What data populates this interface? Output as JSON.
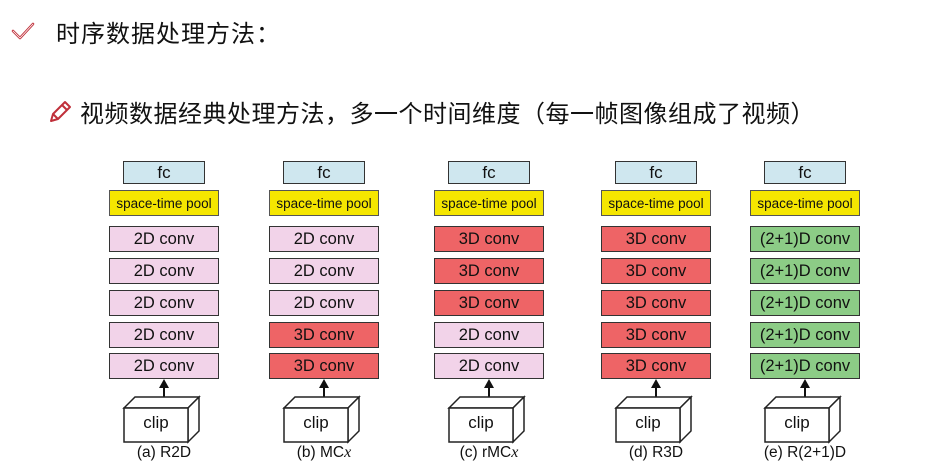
{
  "heading": {
    "text": "时序数据处理方法：",
    "icon": "checkmark-icon"
  },
  "subheading": {
    "text": "视频数据经典处理方法，多一个时间维度（每一帧图像组成了视频）",
    "icon": "pencil-icon"
  },
  "colors": {
    "fc": "#cfe7ef",
    "pool": "#f5e600",
    "conv2d": "#f2d3e9",
    "conv3d": "#ee6466",
    "conv21d": "#8ccc86"
  },
  "models": [
    {
      "fc": "fc",
      "pool": "space-time pool",
      "layers": [
        {
          "label": "2D conv",
          "kind": "2d"
        },
        {
          "label": "2D conv",
          "kind": "2d"
        },
        {
          "label": "2D conv",
          "kind": "2d"
        },
        {
          "label": "2D conv",
          "kind": "2d"
        },
        {
          "label": "2D conv",
          "kind": "2d"
        }
      ],
      "clip": "clip",
      "caption": "(a) R2D",
      "caption_var": ""
    },
    {
      "fc": "fc",
      "pool": "space-time pool",
      "layers": [
        {
          "label": "2D conv",
          "kind": "2d"
        },
        {
          "label": "2D conv",
          "kind": "2d"
        },
        {
          "label": "2D conv",
          "kind": "2d"
        },
        {
          "label": "3D conv",
          "kind": "3d"
        },
        {
          "label": "3D conv",
          "kind": "3d"
        }
      ],
      "clip": "clip",
      "caption": "(b) MC",
      "caption_var": "x"
    },
    {
      "fc": "fc",
      "pool": "space-time pool",
      "layers": [
        {
          "label": "3D conv",
          "kind": "3d"
        },
        {
          "label": "3D conv",
          "kind": "3d"
        },
        {
          "label": "3D conv",
          "kind": "3d"
        },
        {
          "label": "2D conv",
          "kind": "2d"
        },
        {
          "label": "2D conv",
          "kind": "2d"
        }
      ],
      "clip": "clip",
      "caption": "(c) rMC",
      "caption_var": "x"
    },
    {
      "fc": "fc",
      "pool": "space-time pool",
      "layers": [
        {
          "label": "3D conv",
          "kind": "3d"
        },
        {
          "label": "3D conv",
          "kind": "3d"
        },
        {
          "label": "3D conv",
          "kind": "3d"
        },
        {
          "label": "3D conv",
          "kind": "3d"
        },
        {
          "label": "3D conv",
          "kind": "3d"
        }
      ],
      "clip": "clip",
      "caption": "(d) R3D",
      "caption_var": ""
    },
    {
      "fc": "fc",
      "pool": "space-time pool",
      "layers": [
        {
          "label": "(2+1)D conv",
          "kind": "21d"
        },
        {
          "label": "(2+1)D conv",
          "kind": "21d"
        },
        {
          "label": "(2+1)D conv",
          "kind": "21d"
        },
        {
          "label": "(2+1)D conv",
          "kind": "21d"
        },
        {
          "label": "(2+1)D conv",
          "kind": "21d"
        }
      ],
      "clip": "clip",
      "caption": "(e) R(2+1)D",
      "caption_var": ""
    }
  ]
}
